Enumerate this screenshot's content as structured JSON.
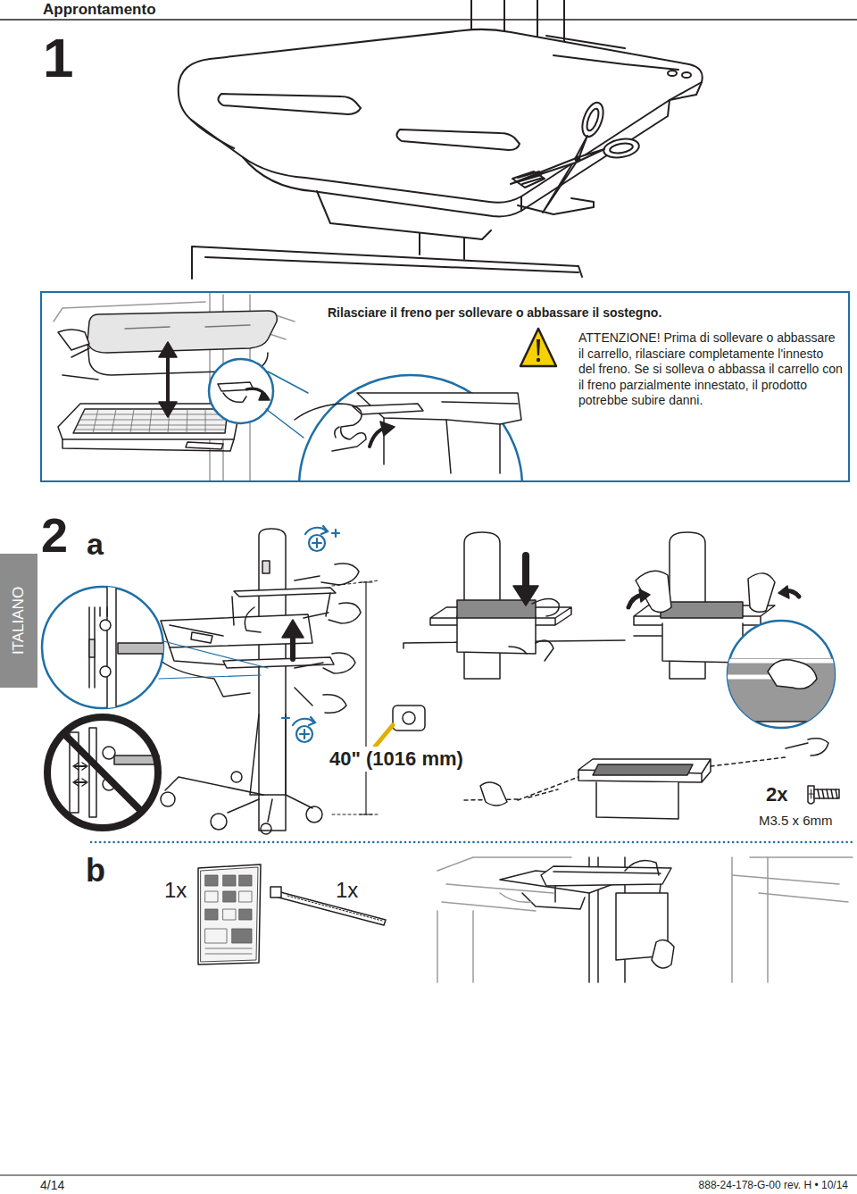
{
  "diagram": {
    "title": "Approntamento",
    "nodes": [
      {
        "text": [
          "Rilasciare il freno per sollevare o abbassare il sostegno.",
          "ATTENZIONE! Prima di sollevare o abbassare il carrello, rilasciare completamente l'innesto del freno. Se si solleva o abbassa il carrello con il freno parzialmente innestato, il prodotto potrebbe subire danni."
        ]
      },
      {
        "text": [
          "ITALIANO"
        ]
      }
    ],
    "labels": [
      "1",
      "2",
      "a",
      "40\" (1016 mm)",
      "2x",
      "M3.5 x 6mm",
      "b",
      "1x",
      "1x",
      "4/14",
      "888-24-178-G-00 rev. H • 10/14"
    ]
  }
}
